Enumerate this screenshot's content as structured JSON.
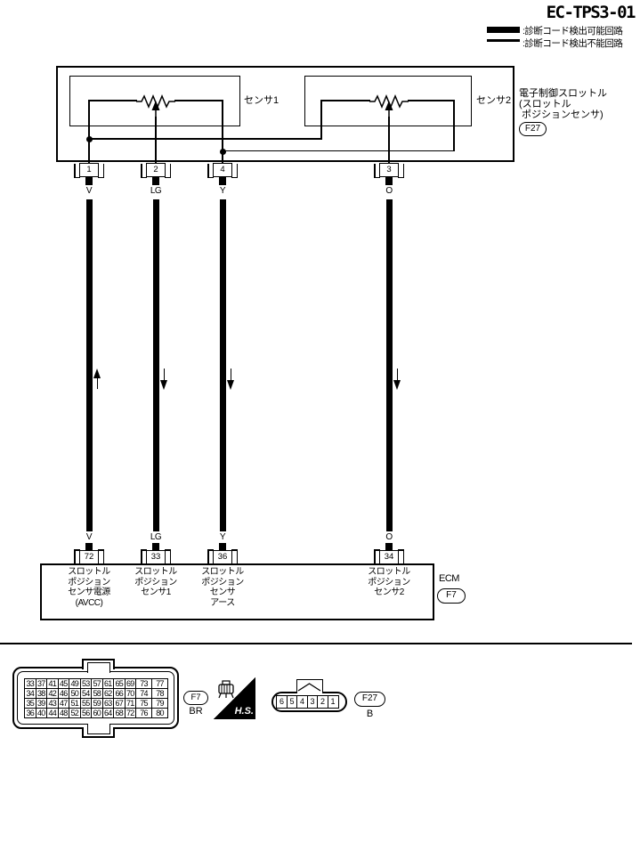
{
  "title": "EC-TPS3-01",
  "legend": {
    "detectable_label": ":診断コード検出可能回路",
    "undetectable_label": ":診断コード検出不能回路"
  },
  "throttle_unit": {
    "sensor1_label": "センサ1",
    "sensor2_label": "センサ2",
    "unit_label": "電子制御スロットル\n(スロットル\n ポジションセンサ)",
    "connector_id": "F27"
  },
  "top_pins": [
    {
      "pin": "1",
      "wire_color": "V",
      "direction": "up"
    },
    {
      "pin": "2",
      "wire_color": "LG",
      "direction": "down"
    },
    {
      "pin": "4",
      "wire_color": "Y",
      "direction": "down"
    },
    {
      "pin": "3",
      "wire_color": "O",
      "direction": "down"
    }
  ],
  "ecm": {
    "label": "ECM",
    "connector_id": "F7",
    "pins": [
      {
        "pin": "72",
        "wire_color": "V",
        "function": "スロットル\nポジション\nセンサ電源\n(AVCC)"
      },
      {
        "pin": "33",
        "wire_color": "LG",
        "function": "スロットル\nポジション\nセンサ1"
      },
      {
        "pin": "36",
        "wire_color": "Y",
        "function": "スロットル\nポジション\nセンサ\nアース"
      },
      {
        "pin": "34",
        "wire_color": "O",
        "function": "スロットル\nポジション\nセンサ2"
      }
    ]
  },
  "footer": {
    "f7_connector": {
      "id": "F7",
      "color": "BR",
      "grid": [
        [
          "33",
          "37",
          "41",
          "45",
          "49",
          "53",
          "57",
          "61",
          "65",
          "69",
          "73",
          "77"
        ],
        [
          "34",
          "38",
          "42",
          "46",
          "50",
          "54",
          "58",
          "62",
          "66",
          "70",
          "74",
          "78"
        ],
        [
          "35",
          "39",
          "43",
          "47",
          "51",
          "55",
          "59",
          "63",
          "67",
          "71",
          "75",
          "79"
        ],
        [
          "36",
          "40",
          "44",
          "48",
          "52",
          "56",
          "60",
          "64",
          "68",
          "72",
          "76",
          "80"
        ]
      ]
    },
    "hs_badge": "H.S.",
    "f27_connector": {
      "id": "F27",
      "color": "B",
      "cells": [
        "6",
        "5",
        "4",
        "3",
        "2",
        "1"
      ]
    }
  }
}
